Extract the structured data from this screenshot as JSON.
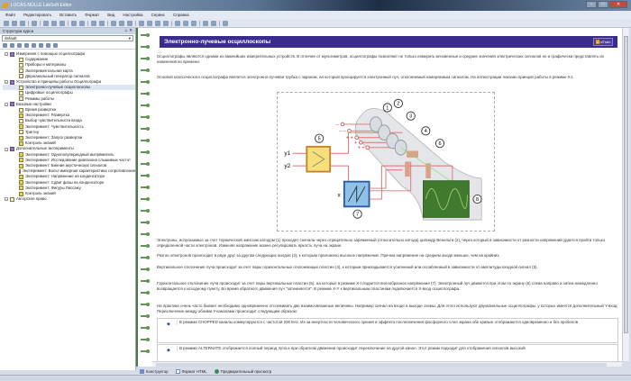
{
  "window": {
    "title": "LUCAS-NÜLLE LabSoft Editor",
    "minimize": "–",
    "maximize": "□",
    "close": "✕"
  },
  "menu": [
    "Файл",
    "Редактировать",
    "Вставить",
    "Формат",
    "Вид",
    "Настройка",
    "Сервис",
    "Справка"
  ],
  "left_panel": {
    "header": "Структура курса",
    "pin": "⊥ ✕",
    "select_value": "default",
    "tree": [
      {
        "label": "Измерения с помощью осциллографа",
        "level": 0,
        "icon": "book"
      },
      {
        "label": "Содержание",
        "level": 1,
        "icon": "page"
      },
      {
        "label": "Приборы и материалы",
        "level": 1,
        "icon": "page"
      },
      {
        "label": "Экспериментальная карта",
        "level": 1,
        "icon": "page"
      },
      {
        "label": "Двухканальный генератор сигналов",
        "level": 1,
        "icon": "page"
      },
      {
        "label": "Устройство и принципы работы Осциллографа",
        "level": 0,
        "icon": "book"
      },
      {
        "label": "Электронно-лучевые осциллоскопы",
        "level": 1,
        "icon": "page",
        "selected": true
      },
      {
        "label": "Цифровые осциллографы",
        "level": 1,
        "icon": "page"
      },
      {
        "label": "Режимы работы",
        "level": 1,
        "icon": "page"
      },
      {
        "label": "Базовые настройки",
        "level": 0,
        "icon": "book"
      },
      {
        "label": "Время развертки",
        "level": 1,
        "icon": "page"
      },
      {
        "label": "Эксперимент: Развертка",
        "level": 1,
        "icon": "exp"
      },
      {
        "label": "Выбор чувствительности входа",
        "level": 1,
        "icon": "page"
      },
      {
        "label": "Эксперимент: Чувствительность",
        "level": 1,
        "icon": "exp"
      },
      {
        "label": "Триггер",
        "level": 1,
        "icon": "page"
      },
      {
        "label": "Эксперимент: Запуск развертки",
        "level": 1,
        "icon": "exp"
      },
      {
        "label": "Контроль знаний",
        "level": 1,
        "icon": "exp"
      },
      {
        "label": "Дополнительные эксперименты",
        "level": 0,
        "icon": "book"
      },
      {
        "label": "Эксперимент: Однополупериодный выпрямитель",
        "level": 1,
        "icon": "exp"
      },
      {
        "label": "Эксперимент: Исследование диапазона слышимых частот",
        "level": 1,
        "icon": "exp"
      },
      {
        "label": "Эксперимент: Биения акустических сигналов",
        "level": 1,
        "icon": "exp"
      },
      {
        "label": "Эксперимент: Вольт-амперная характеристика сопротивления",
        "level": 1,
        "icon": "exp"
      },
      {
        "label": "Эксперимент: Напряжение на конденсаторе",
        "level": 1,
        "icon": "exp"
      },
      {
        "label": "Эксперимент: Сдвиг фазы на конденсаторе",
        "level": 1,
        "icon": "exp"
      },
      {
        "label": "Эксперимент: Фигуры Лиссажу",
        "level": 1,
        "icon": "exp"
      },
      {
        "label": "Контроль знаний",
        "level": 1,
        "icon": "exp"
      },
      {
        "label": "Авторское право",
        "level": 0,
        "icon": "page"
      }
    ]
  },
  "content": {
    "title": "Электронно-лучевые осциллоскопы",
    "logo": "UniTrain",
    "paragraphs": [
      "Осциллографы являются одними из важнейших измерительных устройств. В отличие от мультиметров, осциллографы позволяют не только измерить мгновенные и средние значения электрических сигналов но и графически представлять их изменения во времени.",
      "Основой классического осциллографа является электронно-лучевая трубка с экраном, на который проецируется электронный луч, отклоняемый измеряемым сигналом. На иллюстрации показан принцип работы в режиме X-t.",
      "Электроны, испускаемые за счет термической эмиссии катодом (1) проходят сначала через отрицательно заряженный (относительно катода) цилиндр Венельта (2), через который в зависимости от разности напряжений удается пройти только определенной части электронов. Изменяя напряжение можно регулировать яркость луча на экране.",
      "Разгон электронов происходит в ряде друг за другом следующих анодов (3), к которым приложено высокое напряжение. Причем напряжение на среднем аноде меньше, чем на крайних.",
      "Вертикальное отклонение луча происходит за счет пары горизонтальных отклоняющих пластин (4), к которым прикладывается усиленный или ослабленный в зависимости от амплитуды входной сигнал (5).",
      "Горизонтальное отклонение луча происходит за счет пары вертикальных пластин (6), на которые в режиме X-t подается пилообразное напряжение (7). Электронный луч движется при этом по экрану (8) слева направо и затем немедленно возвращается к исходному пункту. Во время обратного движения луч \"затемняется\". В режиме X-Y к вертикальным пластинам подключается X-вход осциллографа.",
      "На практике очень часто бывает необходимо одновременно отслеживать две взаимосвязанные величины. Например сигнал на входе и выходе схемы. Для этого используют двухканальные осциллографы, у которых имеется дополнительный Y-вход. Переключение между обоими Y-каналами происходит следующим образом:"
    ],
    "notes": [
      "В режиме CHOPPED каналы коммутируются с частотой 200 kHz. Из-за инертности человеческого зрения и эффекта послесвечения фосфорного слоя экрана обе кривые отображаются одновременно и без пробелов",
      "В режиме ALTERNATE отображается полный период луча и при обратном движении происходит переключение на другой канал. Этот режим подходит для отображения сигналов высокой"
    ],
    "diagram": {
      "labels": [
        "1",
        "2",
        "3",
        "4",
        "5",
        "6",
        "7",
        "8"
      ],
      "y1": "y1",
      "y2": "y2",
      "x": "x",
      "minus": "–",
      "minus2": "– –",
      "plus2": "+ +",
      "plus": "+",
      "plus3": "+ +"
    }
  },
  "bottom_tabs": [
    "Конструктор",
    "Формат HTML",
    "Предварительный просмотр"
  ],
  "colors": {
    "title_band": "#3a2c8c",
    "binder": "#4d7a3c",
    "screen": "#3f7a2e",
    "amp": "#f5e07a",
    "sweep": "#8ec0e8",
    "wire": "#e07070"
  }
}
